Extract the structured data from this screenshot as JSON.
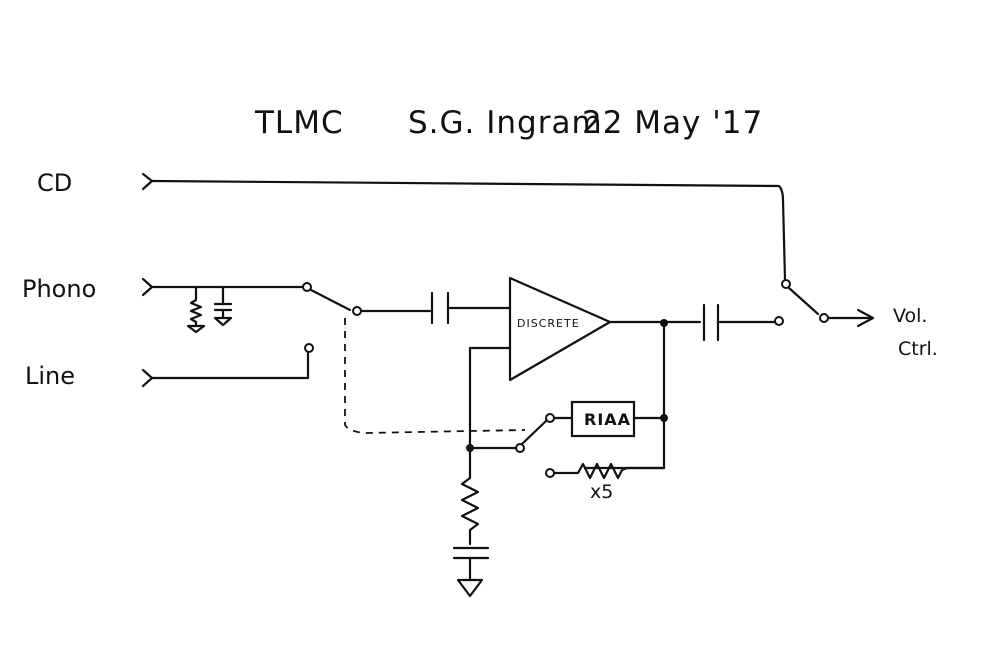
{
  "title": {
    "project": "TLMC",
    "author": "S.G. Ingram",
    "date": "22 May '17"
  },
  "inputs": {
    "cd": "CD",
    "phono": "Phono",
    "line": "Line"
  },
  "output": {
    "line1": "Vol.",
    "line2": "Ctrl."
  },
  "amplifier": {
    "label": "DISCRETE"
  },
  "feedback": {
    "riaa_label": "RIAA",
    "gain_label": "x5"
  },
  "colors": {
    "ink": "#111111",
    "paper": "#ffffff"
  }
}
